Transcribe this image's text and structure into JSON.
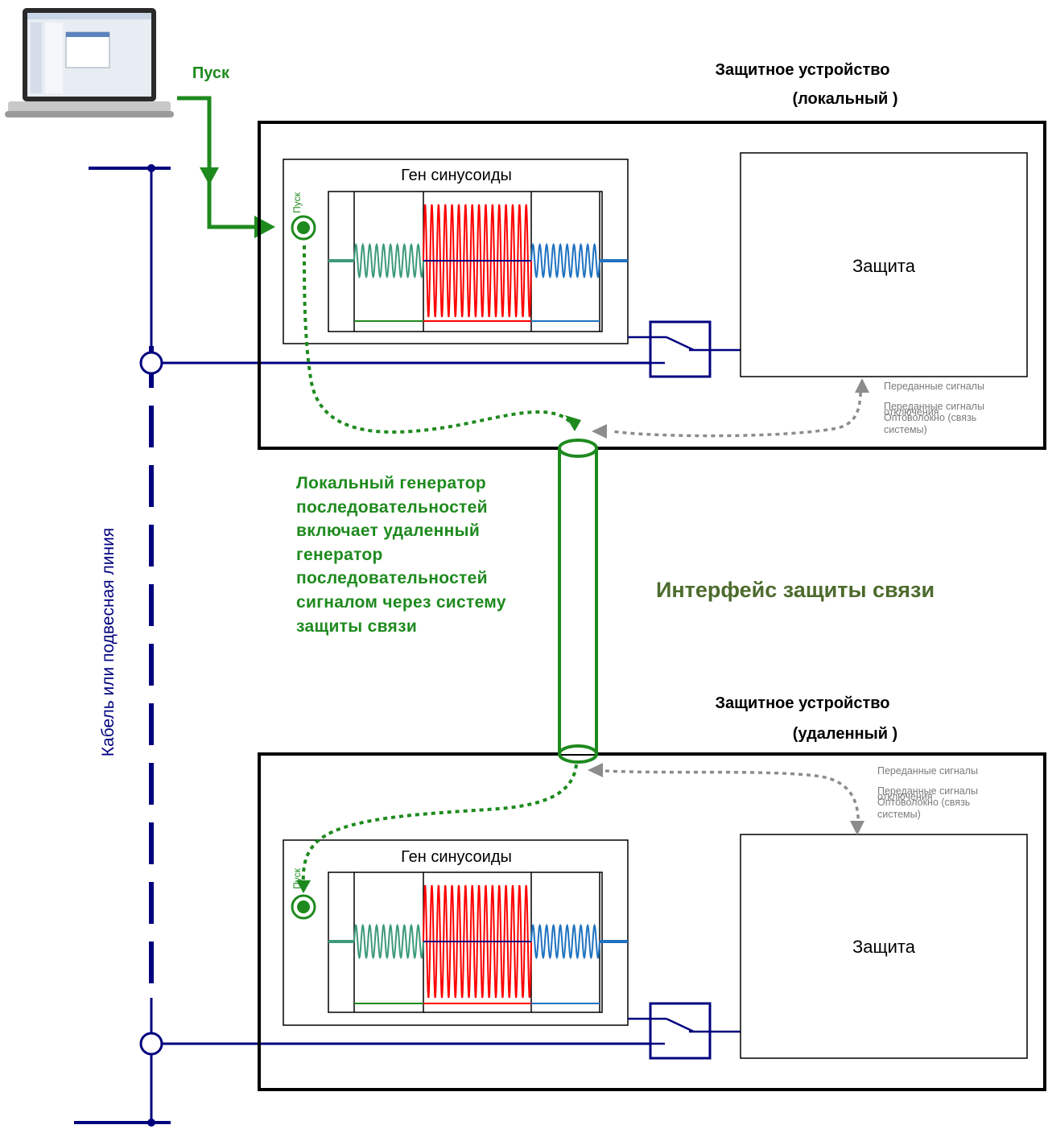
{
  "start_label": "Пуск",
  "top_device": {
    "title_line1": "Защитное устройство",
    "title_line2": "(локальный )",
    "generator_title": "Ген синусоиды",
    "start_button_label": "Пуск",
    "protection_label": "Защита",
    "notes": [
      "Переданные сигналы",
      "Переданные сигналы",
      "отключения",
      "Оптоволокно (связь",
      "системы)"
    ]
  },
  "bottom_device": {
    "title_line1": "Защитное устройство",
    "title_line2": "(удаленный )",
    "generator_title": "Ген синусоиды",
    "start_button_label": "Пуск",
    "protection_label": "Защита",
    "notes": [
      "Переданные сигналы",
      "Переданные сигналы",
      "отключения",
      "Оптоволокно (связь",
      "системы)"
    ]
  },
  "caption": "Локальный генератор последовательностей включает удаленный генератор последовательностей сигналом через систему защиты связи",
  "interface_label": "Интерфейс защиты связи",
  "line_label": "Кабель или подвесная линия",
  "colors": {
    "green": "#1e8a1e",
    "navy": "#00007f",
    "red": "#ff0000",
    "teal": "#3d9a78",
    "blue": "#1f72c0",
    "gray": "#8c8c8c",
    "olive": "#4d6b2d"
  },
  "icons": [
    "laptop-icon",
    "start-button-icon",
    "switch-icon",
    "fiber-cable-icon"
  ]
}
